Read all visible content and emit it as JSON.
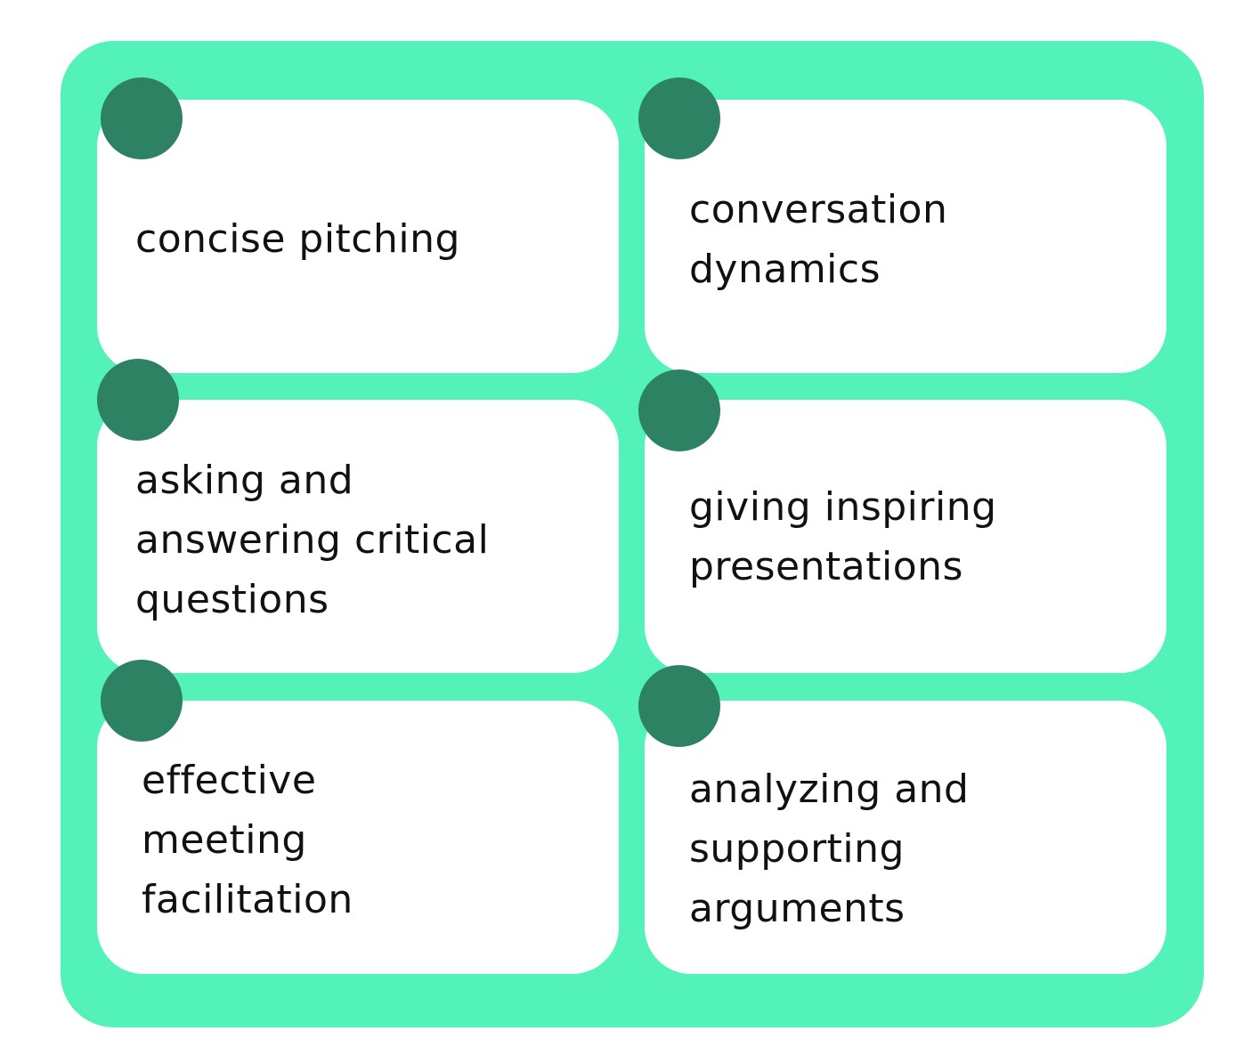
{
  "colors": {
    "panel": "#52f2b8",
    "card": "#ffffff",
    "marker": "#2c8262",
    "text": "#111111"
  },
  "cards": [
    {
      "lines": [
        "concise pitching"
      ]
    },
    {
      "lines": [
        "conversation",
        "dynamics"
      ]
    },
    {
      "lines": [
        "asking and",
        "answering critical",
        "questions"
      ]
    },
    {
      "lines": [
        "giving inspiring",
        "presentations"
      ]
    },
    {
      "lines": [
        "effective",
        "meeting",
        "facilitation"
      ]
    },
    {
      "lines": [
        "analyzing and",
        "supporting",
        "arguments"
      ]
    }
  ]
}
